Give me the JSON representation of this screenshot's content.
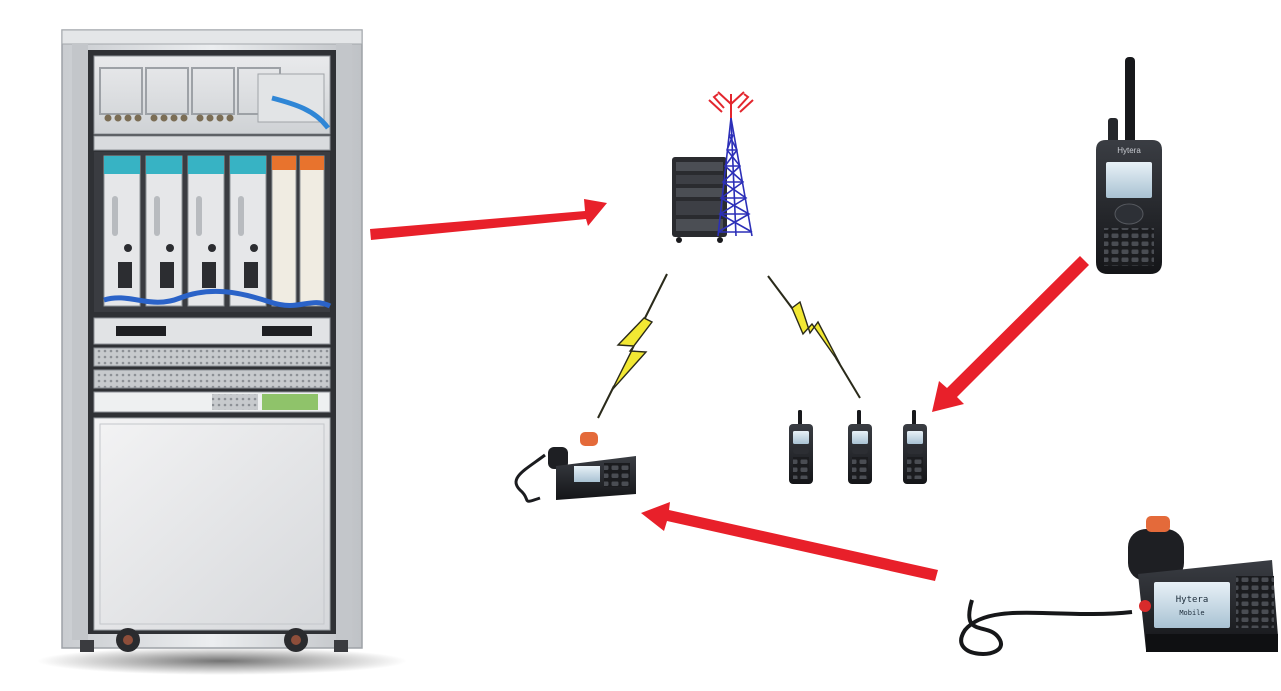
{
  "colors": {
    "background": "#ffffff",
    "arrow": "#e8202a",
    "lightning": "#f2e833",
    "lightning_stroke": "#2a2a1a",
    "rack_frame": "#d7d9dc",
    "rack_dark": "#2b2d31",
    "tower": "#2c2fb8",
    "antenna": "#e3262e",
    "radio_body": "#1d1f23",
    "module_teal": "#37b3c4",
    "module_orange": "#e8732d",
    "cable_blue": "#2b63c8"
  },
  "labels": {
    "portable_brand": "Hytera",
    "mobile_screen_line1": "Hytera",
    "mobile_screen_line2": "Mobile"
  },
  "icons": {
    "equipment_cabinet": "server-rack-icon",
    "base_station": "radio-tower-icon",
    "portable_radio": "walkie-talkie-icon",
    "mobile_radio": "vehicle-radio-icon",
    "link": "lightning-bolt-icon",
    "flow": "arrow-icon"
  }
}
